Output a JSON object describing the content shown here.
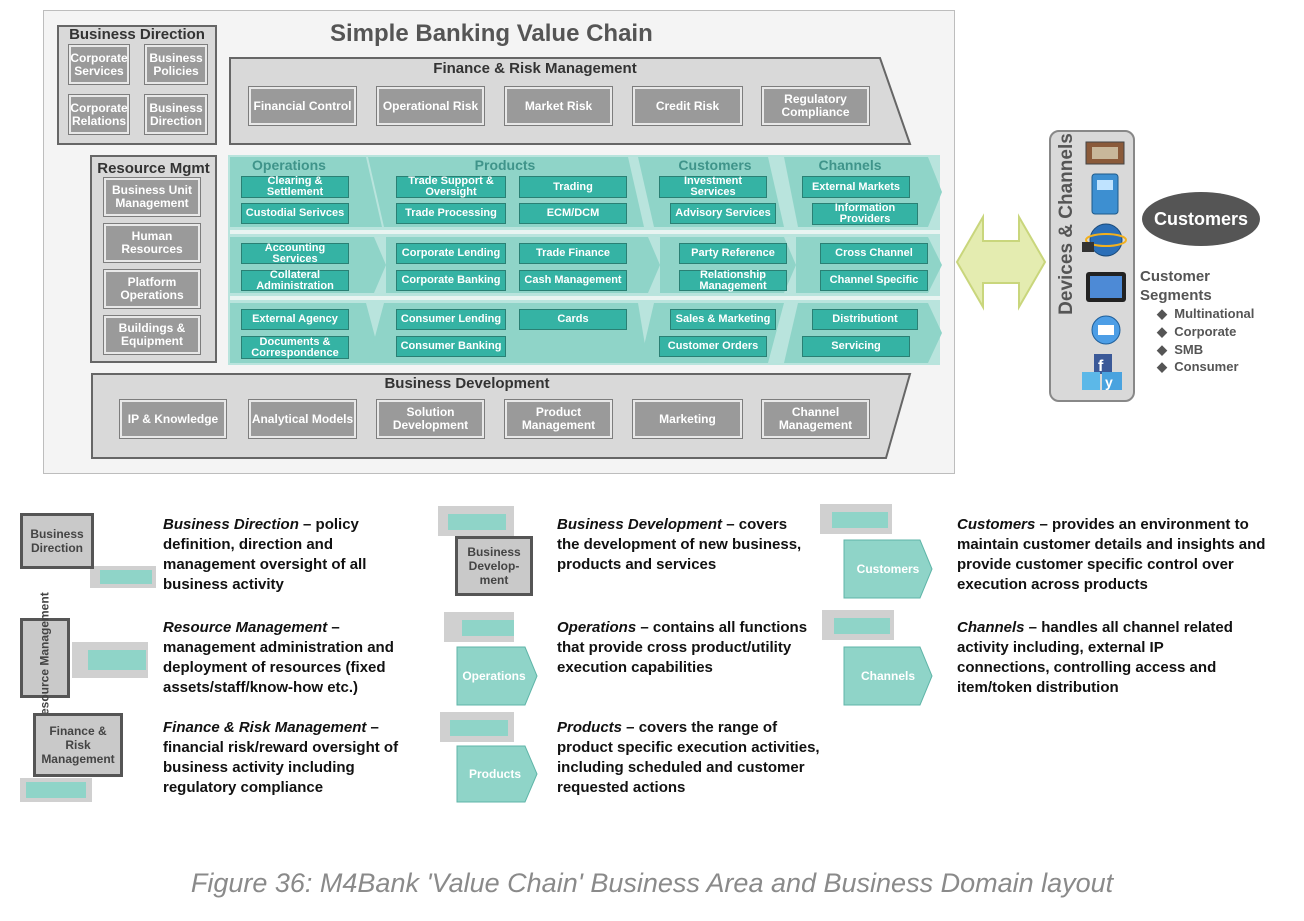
{
  "diagram": {
    "title": "Simple Banking Value Chain",
    "business_direction": {
      "title": "Business Direction",
      "items": [
        "Corporate Services",
        "Business Policies",
        "Corporate Relations",
        "Business Direction"
      ]
    },
    "finance_risk": {
      "title": "Finance & Risk Management",
      "items": [
        "Financial Control",
        "Operational Risk",
        "Market Risk",
        "Credit Risk",
        "Regulatory Compliance"
      ]
    },
    "resource_mgmt": {
      "title": "Resource Mgmt",
      "items": [
        "Business Unit Management",
        "Human Resources",
        "Platform Operations",
        "Buildings & Equipment"
      ]
    },
    "operations": {
      "title": "Operations",
      "items": [
        "Clearing & Settlement",
        "Custodial Serivces",
        "Accounting Services",
        "Collateral Administration",
        "External Agency",
        "Documents & Correspondence"
      ]
    },
    "products": {
      "title": "Products",
      "items": [
        "Trade Support & Oversight",
        "Trading",
        "Trade Processing",
        "ECM/DCM",
        "Corporate Lending",
        "Trade Finance",
        "Corporate Banking",
        "Cash Management",
        "Consumer Lending",
        "Cards",
        "Consumer Banking"
      ]
    },
    "customers": {
      "title": "Customers",
      "items": [
        "Investment Services",
        "Advisory Services",
        "Party Reference",
        "Relationship Management",
        "Sales & Marketing",
        "Customer Orders"
      ]
    },
    "channels": {
      "title": "Channels",
      "items": [
        "External Markets",
        "Information Providers",
        "Cross Channel",
        "Channel Specific",
        "Distributiont",
        "Servicing"
      ]
    },
    "business_development": {
      "title": "Business Development",
      "items": [
        "IP & Knowledge",
        "Analytical Models",
        "Solution Development",
        "Product Management",
        "Marketing",
        "Channel Management"
      ]
    },
    "devices": {
      "title": "Devices & Channels"
    },
    "customers_oval": "Customers",
    "segments": {
      "title": "Customer Segments",
      "items": [
        "Multinational",
        "Corporate",
        "SMB",
        "Consumer"
      ]
    }
  },
  "legend": [
    {
      "icon": "Business Direction",
      "term": "Business Direction",
      "desc": " – policy definition, direction and management oversight of all business activity"
    },
    {
      "icon": "Resource Management",
      "term": "Resource Management",
      "desc": " – management administration and deployment of resources (fixed assets/staff/know-how etc.)"
    },
    {
      "icon": "Finance & Risk Management",
      "term": "Finance & Risk Management",
      "desc": " – financial risk/reward oversight of business activity including regulatory compliance"
    },
    {
      "icon": "Business Develop-ment",
      "term": "Business Development",
      "desc": " – covers the development of new business, products and services"
    },
    {
      "icon": "Operations",
      "term": "Operations",
      "desc": " – contains all functions that provide cross product/utility execution capabilities"
    },
    {
      "icon": "Products",
      "term": "Products",
      "desc": " – covers the range of product specific execution activities, including scheduled and customer requested actions"
    },
    {
      "icon": "Customers",
      "term": "Customers",
      "desc": " – provides an environment to maintain customer details and insights and provide customer specific control over execution across products"
    },
    {
      "icon": "Channels",
      "term": "Channels",
      "desc": " – handles all channel related activity including, external IP connections, controlling access and item/token distribution"
    }
  ],
  "caption": "Figure 36: M4Bank 'Value Chain' Business Area and Business Domain layout",
  "colors": {
    "teal_dark": "#35b3a4",
    "teal_light": "#8fd4c8",
    "gray_box": "#9a9a9a",
    "arrow": "#e4ecb0"
  },
  "icons": [
    "atm-icon",
    "cash-machine-icon",
    "internet-icon",
    "tablet-icon",
    "phone-icon",
    "facebook-icon",
    "twitter-icon",
    "yammer-icon"
  ]
}
